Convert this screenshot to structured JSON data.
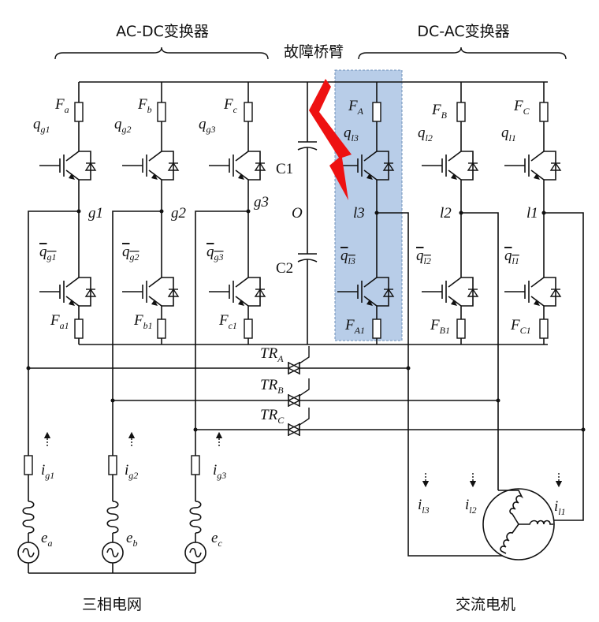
{
  "titles": {
    "ac_dc": "AC-DC变换器",
    "dc_ac": "DC-AC变换器",
    "fault_leg": "故障桥臂",
    "grid": "三相电网",
    "motor": "交流电机"
  },
  "capacitors": {
    "c1": "C1",
    "c2": "C2",
    "midpoint": "O"
  },
  "phases_left": [
    {
      "node": "g1",
      "fuse_top": "F",
      "fuse_top_sub": "a",
      "fuse_bot": "F",
      "fuse_bot_sub": "a1",
      "sw_top": "q",
      "sw_top_sub": "g1",
      "sw_bot": "q",
      "sw_bot_sub": "g1",
      "current": "i",
      "current_sub": "g1",
      "source": "e",
      "source_sub": "a"
    },
    {
      "node": "g2",
      "fuse_top": "F",
      "fuse_top_sub": "b",
      "fuse_bot": "F",
      "fuse_bot_sub": "b1",
      "sw_top": "q",
      "sw_top_sub": "g2",
      "sw_bot": "q",
      "sw_bot_sub": "g2",
      "current": "i",
      "current_sub": "g2",
      "source": "e",
      "source_sub": "b"
    },
    {
      "node": "g3",
      "fuse_top": "F",
      "fuse_top_sub": "c",
      "fuse_bot": "F",
      "fuse_bot_sub": "c1",
      "sw_top": "q",
      "sw_top_sub": "g3",
      "sw_bot": "q",
      "sw_bot_sub": "g3",
      "current": "i",
      "current_sub": "g3",
      "source": "e",
      "source_sub": "c"
    }
  ],
  "phases_right": [
    {
      "node": "l3",
      "fuse_top": "F",
      "fuse_top_sub": "A",
      "fuse_bot": "F",
      "fuse_bot_sub": "A1",
      "sw_top": "q",
      "sw_top_sub": "l3",
      "sw_bot": "q",
      "sw_bot_sub": "l3",
      "current": "i",
      "current_sub": "l3"
    },
    {
      "node": "l2",
      "fuse_top": "F",
      "fuse_top_sub": "B",
      "fuse_bot": "F",
      "fuse_bot_sub": "B1",
      "sw_top": "q",
      "sw_top_sub": "l2",
      "sw_bot": "q",
      "sw_bot_sub": "l2",
      "current": "i",
      "current_sub": "l2"
    },
    {
      "node": "l1",
      "fuse_top": "F",
      "fuse_top_sub": "C",
      "fuse_bot": "F",
      "fuse_bot_sub": "C1",
      "sw_top": "q",
      "sw_top_sub": "l1",
      "sw_bot": "q",
      "sw_bot_sub": "l1",
      "current": "i",
      "current_sub": "l1"
    }
  ],
  "triacs": [
    {
      "name": "TR",
      "sub": "A"
    },
    {
      "name": "TR",
      "sub": "B"
    },
    {
      "name": "TR",
      "sub": "C"
    }
  ],
  "colors": {
    "fault_highlight": "#b8cde8",
    "lightning": "#ee1111",
    "line": "#111111"
  }
}
